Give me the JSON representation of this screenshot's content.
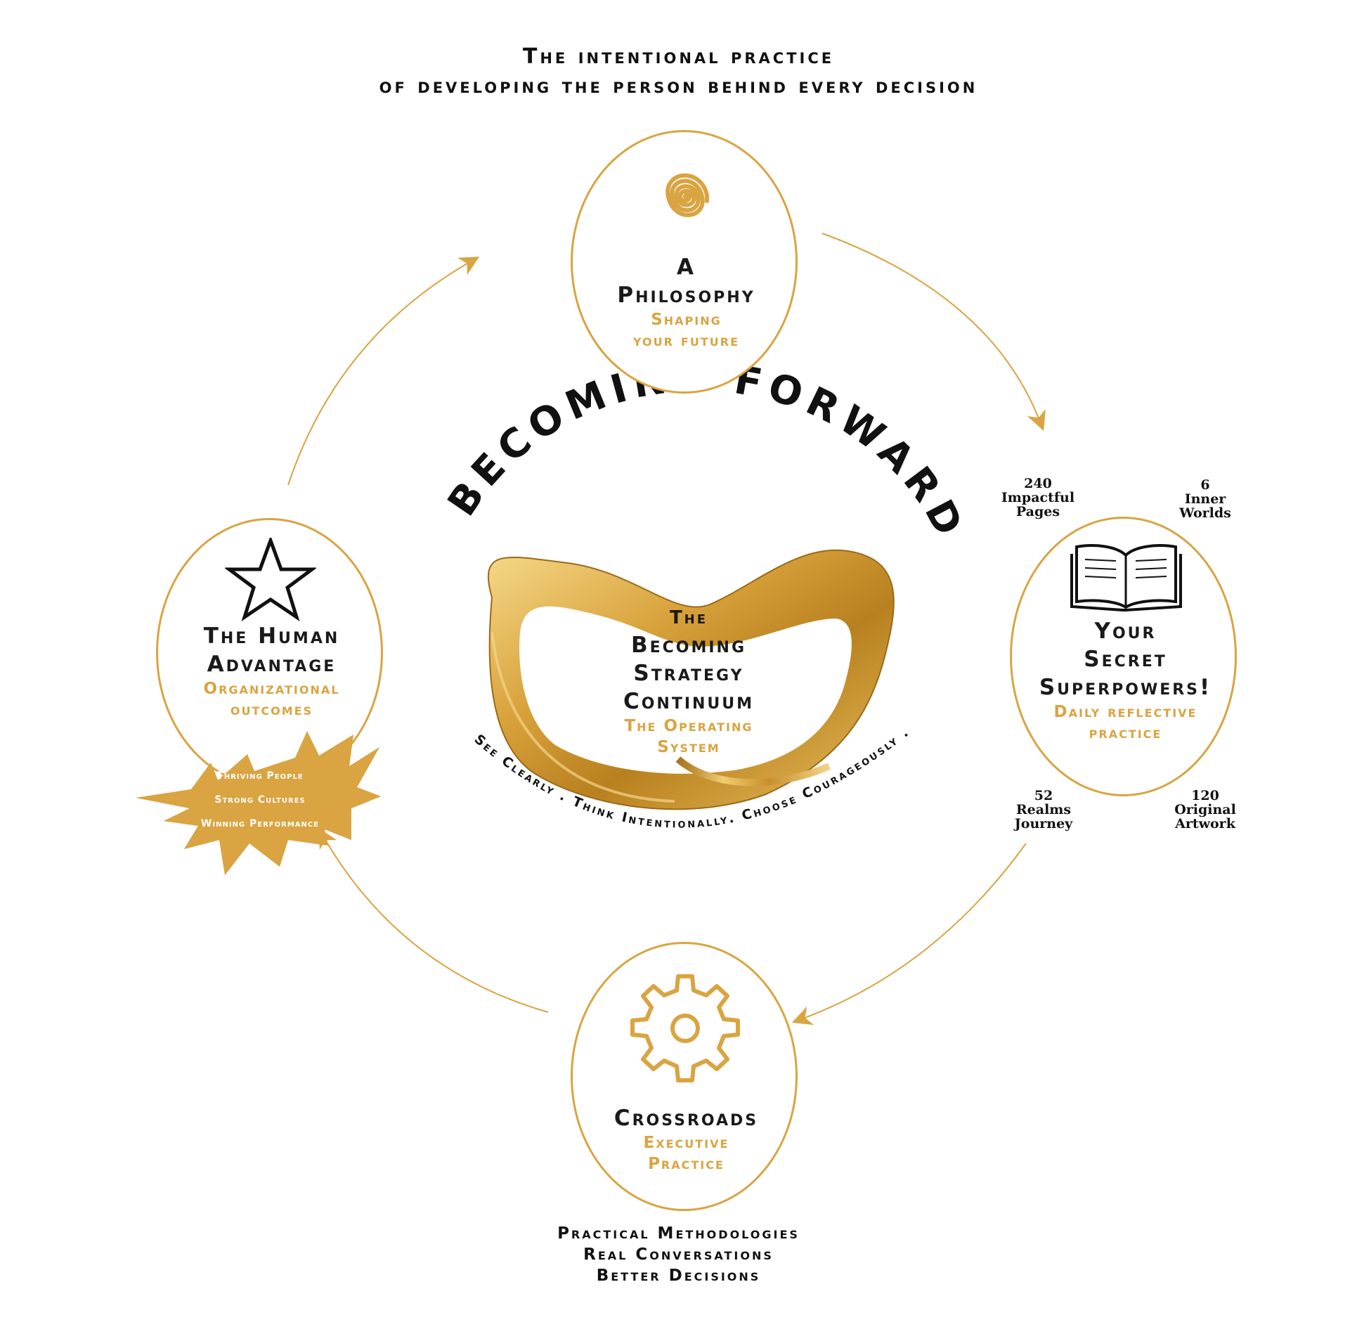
{
  "header": {
    "line1": "The intentional practice",
    "line2": "of developing the person behind every decision"
  },
  "center": {
    "arc_title": "BECOMING FORWARD",
    "title_line1": "The",
    "title_line2": "Becoming",
    "title_line3": "Strategy",
    "title_line4": "Continuum",
    "subtitle_line1": "The Operating",
    "subtitle_line2": "System",
    "motto": "See Clearly . Think Intentionally. Choose Courageously ."
  },
  "nodes": {
    "philosophy": {
      "line1": "A",
      "line2": "Philosophy",
      "sub1": "Shaping",
      "sub2": "your future"
    },
    "superpowers": {
      "line1": "Your",
      "line2": "Secret",
      "line3": "Superpowers!",
      "sub1": "Daily reflective",
      "sub2": "practice"
    },
    "crossroads": {
      "line1": "Crossroads",
      "sub1": "Executive",
      "sub2": "Practice"
    },
    "human": {
      "line1": "The Human",
      "line2": "Advantage",
      "sub1": "Organizational",
      "sub2": "outcomes"
    }
  },
  "stats": {
    "pages": {
      "num": "240",
      "l1": "Impactful",
      "l2": "Pages"
    },
    "worlds": {
      "num": "6",
      "l1": "Inner",
      "l2": "Worlds"
    },
    "realms": {
      "num": "52",
      "l1": "Realms",
      "l2": "Journey"
    },
    "artwork": {
      "num": "120",
      "l1": "Original",
      "l2": "Artwork"
    }
  },
  "burst": {
    "line1": "Thriving People",
    "line2": "Strong Cultures",
    "line3": "Winning Performance"
  },
  "footer": {
    "line1": "Practical Methodologies",
    "line2": "Real Conversations",
    "line3": "Better Decisions"
  },
  "colors": {
    "gold": "#d9a441",
    "dark": "#1a1a1a"
  },
  "icons": [
    "spiral-icon",
    "book-icon",
    "gear-icon",
    "star-icon"
  ]
}
